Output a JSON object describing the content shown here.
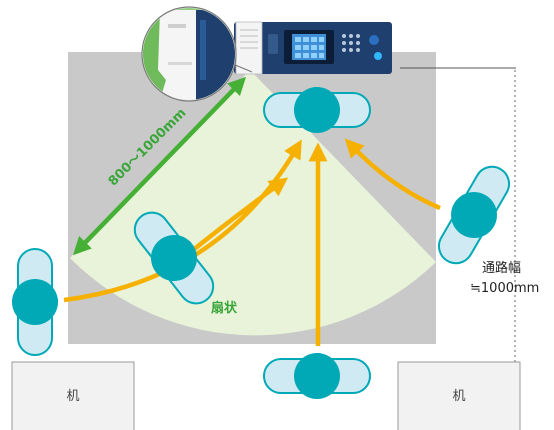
{
  "labels": {
    "distance": "800〜1000mm",
    "fan_area": "扇状",
    "aisle_width_line1": "通路幅",
    "aisle_width_line2": "≒1000mm",
    "desk_left": "机",
    "desk_right": "机"
  },
  "colors": {
    "floor": "#c9c9c9",
    "fan_zone": "#e8f3d9",
    "arrow_green": "#45b035",
    "arrow_orange": "#f6b000",
    "person_fill": "#00a9b5",
    "person_body_fill": "#cfeaf3",
    "person_body_stroke": "#00a9b5",
    "device_navy": "#1f3f6e",
    "desk_fill": "#f2f2f2",
    "desk_stroke": "#999999"
  },
  "icons": {
    "person": "person-topdown-icon",
    "printer": "multifunction-printer-icon",
    "zoom": "printer-panel-zoom-icon"
  }
}
